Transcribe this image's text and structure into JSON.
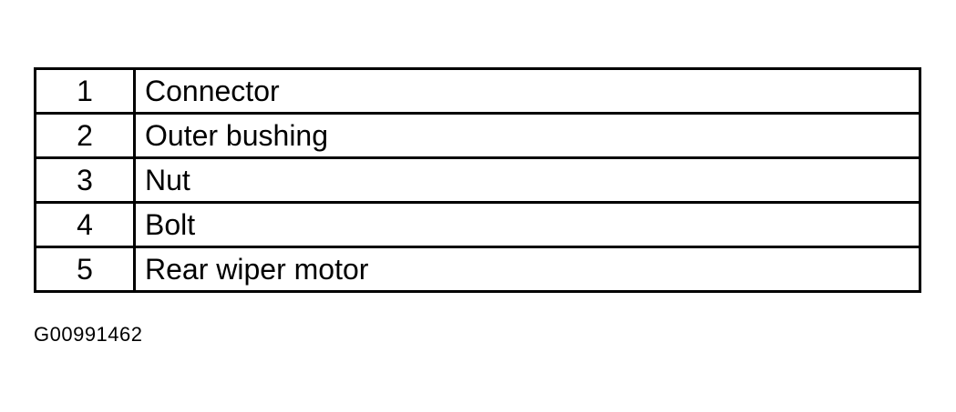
{
  "legend": {
    "rows": [
      {
        "number": "1",
        "description": "Connector"
      },
      {
        "number": "2",
        "description": "Outer bushing"
      },
      {
        "number": "3",
        "description": "Nut"
      },
      {
        "number": "4",
        "description": "Bolt"
      },
      {
        "number": "5",
        "description": "Rear wiper motor"
      }
    ]
  },
  "figure_id": "G00991462"
}
